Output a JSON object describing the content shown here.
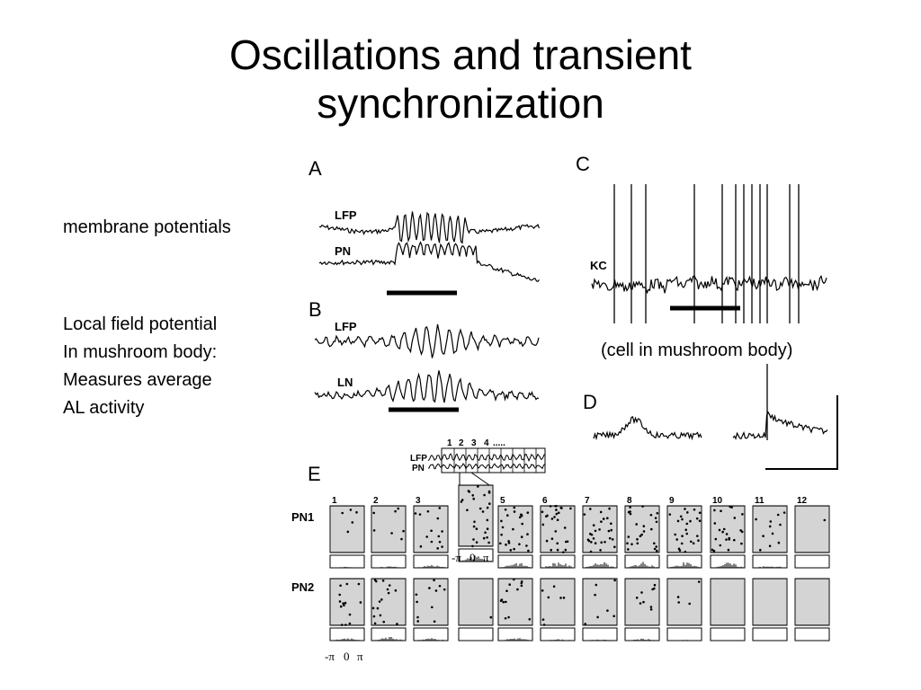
{
  "slide": {
    "title_lines": [
      "Oscillations and transient",
      "synchronization"
    ],
    "note_membrane": "membrane potentials",
    "note_lfp_lines": [
      "Local field potential",
      "In mushroom body:",
      "Measures average",
      "AL activity"
    ],
    "caption_c": "(cell in mushroom body)"
  },
  "figure": {
    "panel_letters": [
      "A",
      "B",
      "C",
      "D",
      "E"
    ],
    "panel_a": {
      "traces": [
        "LFP",
        "PN"
      ]
    },
    "panel_b": {
      "traces": [
        "LFP",
        "LN"
      ]
    },
    "panel_c": {
      "trace": "KC"
    },
    "panel_e": {
      "inset_traces": [
        "LFP",
        "PN"
      ],
      "inset_cycles": [
        "1",
        "2",
        "3",
        "4",
        "....."
      ],
      "rows": [
        "PN1",
        "PN2"
      ],
      "columns": [
        "1",
        "2",
        "3",
        "4",
        "5",
        "6",
        "7",
        "8",
        "9",
        "10",
        "11",
        "12"
      ],
      "axis_ticks": [
        "-π",
        "0",
        "π"
      ],
      "pn1_density": [
        0.1,
        0.15,
        0.3,
        0.6,
        0.55,
        0.6,
        0.6,
        0.55,
        0.55,
        0.5,
        0.25,
        0.02
      ],
      "pn2_density": [
        0.3,
        0.35,
        0.25,
        0.02,
        0.3,
        0.15,
        0.15,
        0.2,
        0.08,
        0.0,
        0.0,
        0.0
      ]
    }
  }
}
